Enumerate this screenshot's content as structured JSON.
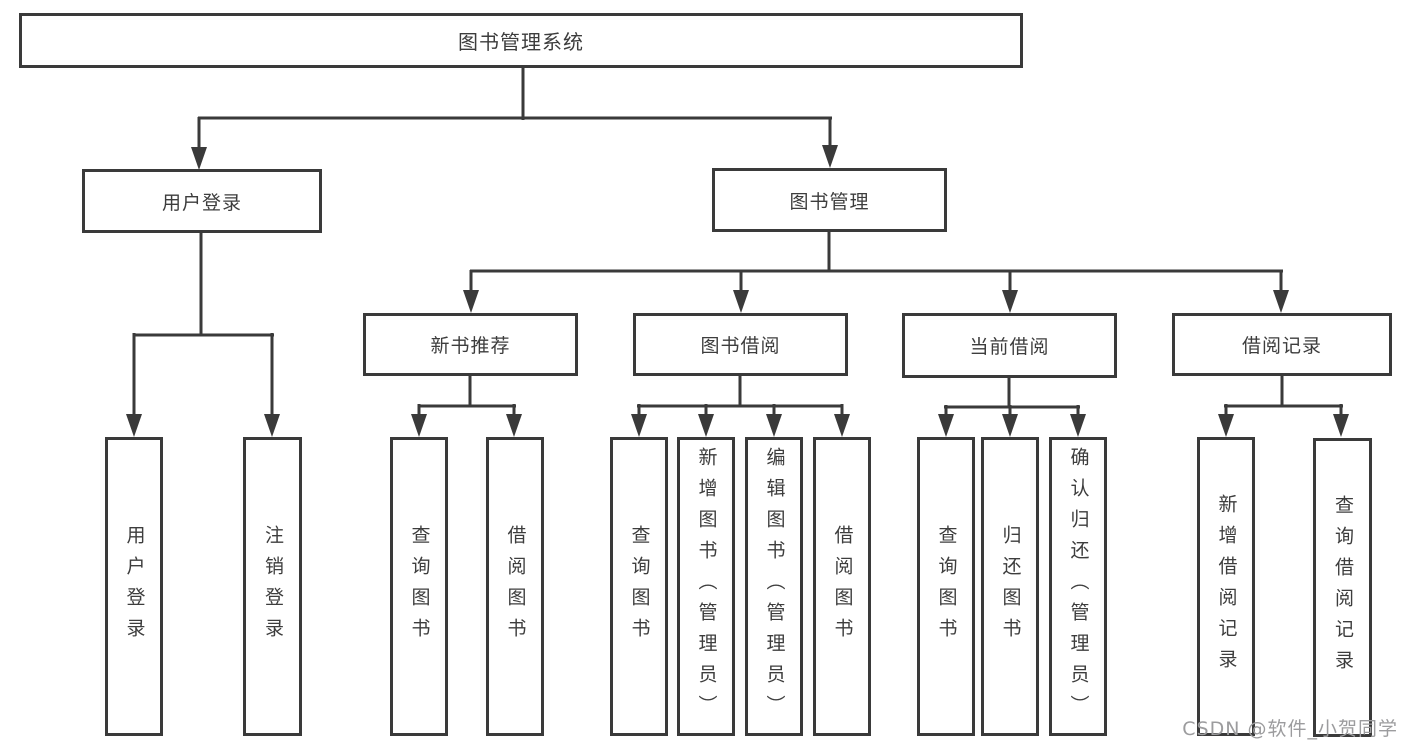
{
  "diagram_type": "hierarchy-flowchart",
  "colors": {
    "line": "#3a3a3a",
    "box_border": "#3a3a3a",
    "box_fill": "#ffffff",
    "text": "#3d3d3d",
    "watermark": "#9c9c9e",
    "background": "#ffffff"
  },
  "tree": {
    "root": {
      "label": "图书管理系统"
    },
    "branches": [
      {
        "label": "用户登录",
        "children": [
          {
            "label": "用户登录"
          },
          {
            "label": "注销登录"
          }
        ]
      },
      {
        "label": "图书管理",
        "children": [
          {
            "label": "新书推荐",
            "children": [
              {
                "label": "查询图书"
              },
              {
                "label": "借阅图书"
              }
            ]
          },
          {
            "label": "图书借阅",
            "children": [
              {
                "label": "查询图书"
              },
              {
                "label": "新增图书（管理员）"
              },
              {
                "label": "编辑图书（管理员）"
              },
              {
                "label": "借阅图书"
              }
            ]
          },
          {
            "label": "当前借阅",
            "children": [
              {
                "label": "查询图书"
              },
              {
                "label": "归还图书"
              },
              {
                "label": "确认归还（管理员）"
              }
            ]
          },
          {
            "label": "借阅记录",
            "children": [
              {
                "label": "新增借阅记录"
              },
              {
                "label": "查询借阅记录"
              }
            ]
          }
        ]
      }
    ]
  },
  "watermark": {
    "text": "CSDN @软件_小贺同学"
  }
}
